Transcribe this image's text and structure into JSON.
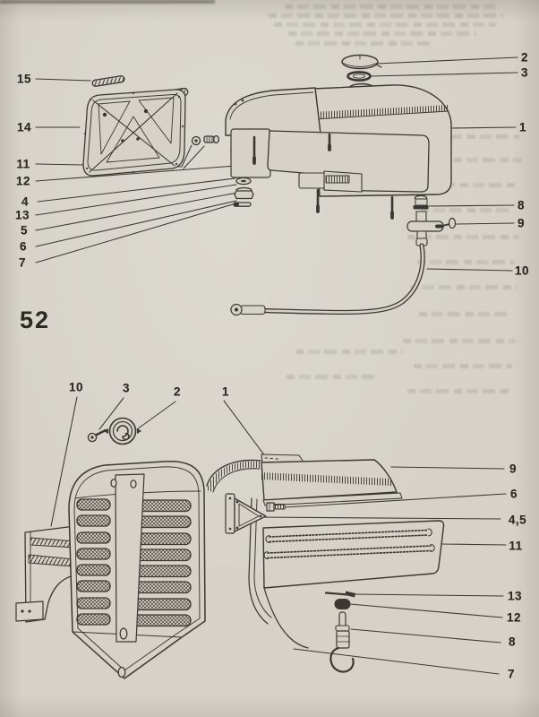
{
  "page": {
    "number": "52",
    "paper_color": "#d6d2c8",
    "ink_color": "#3b3833",
    "label_color": "#2b2923"
  },
  "figure_top": {
    "name": "fuel-tank-exploded-diagram",
    "callouts_left": [
      "15",
      "14",
      "11",
      "12",
      "4",
      "13",
      "5",
      "6",
      "7"
    ],
    "callouts_right": [
      "2",
      "3",
      "1",
      "8",
      "9",
      "10"
    ]
  },
  "figure_bottom": {
    "name": "hood-and-grille-exploded-diagram",
    "callouts_top": [
      "10",
      "3",
      "2",
      "1"
    ],
    "callouts_right": [
      "9",
      "6",
      "4,5",
      "11",
      "13",
      "12",
      "8",
      "7"
    ]
  }
}
